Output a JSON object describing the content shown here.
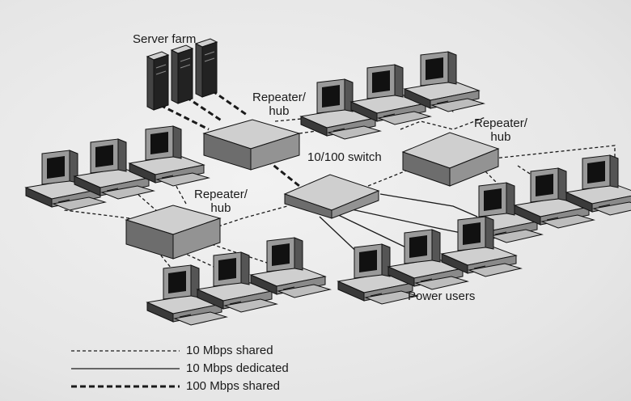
{
  "labels": {
    "server_farm": "Server farm",
    "repeater_hub_top": "Repeater/\nhub",
    "repeater_hub_right": "Repeater/\nhub",
    "repeater_hub_left": "Repeater/\nhub",
    "switch": "10/100 switch",
    "power_users": "Power users"
  },
  "legend": {
    "items": [
      {
        "label": "10 Mbps shared",
        "style": "thin-dashed"
      },
      {
        "label": "10 Mbps dedicated",
        "style": "solid"
      },
      {
        "label": "100 Mbps shared",
        "style": "thick-dashed"
      }
    ]
  }
}
